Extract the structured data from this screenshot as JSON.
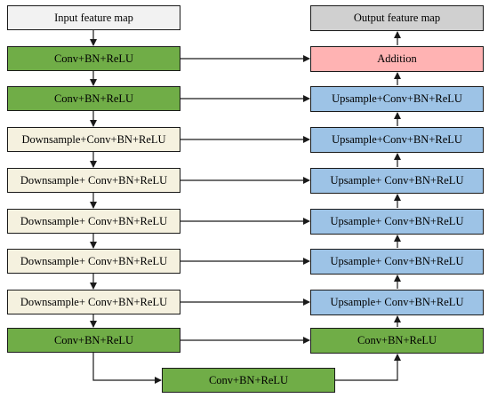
{
  "diagram": {
    "left_column": [
      {
        "id": "in",
        "label": "Input feature map"
      },
      {
        "id": "l1",
        "label": "Conv+BN+ReLU"
      },
      {
        "id": "l2",
        "label": "Conv+BN+ReLU"
      },
      {
        "id": "l3",
        "label": "Downsample+Conv+BN+ReLU"
      },
      {
        "id": "l4",
        "label": "Downsample+ Conv+BN+ReLU"
      },
      {
        "id": "l5",
        "label": "Downsample+ Conv+BN+ReLU"
      },
      {
        "id": "l6",
        "label": "Downsample+ Conv+BN+ReLU"
      },
      {
        "id": "l7",
        "label": "Downsample+ Conv+BN+ReLU"
      },
      {
        "id": "l8",
        "label": "Conv+BN+ReLU"
      }
    ],
    "bottom": {
      "id": "b",
      "label": "Conv+BN+ReLU"
    },
    "right_column": [
      {
        "id": "out",
        "label": "Output feature map"
      },
      {
        "id": "r1",
        "label": "Addition"
      },
      {
        "id": "r2",
        "label": "Upsample+Conv+BN+ReLU"
      },
      {
        "id": "r3",
        "label": "Upsample+Conv+BN+ReLU"
      },
      {
        "id": "r4",
        "label": "Upsample+ Conv+BN+ReLU"
      },
      {
        "id": "r5",
        "label": "Upsample+ Conv+BN+ReLU"
      },
      {
        "id": "r6",
        "label": "Upsample+ Conv+BN+ReLU"
      },
      {
        "id": "r7",
        "label": "Upsample+ Conv+BN+ReLU"
      },
      {
        "id": "r8",
        "label": "Conv+BN+ReLU"
      }
    ],
    "colors": {
      "input": "#f2f2f2",
      "output": "#d0d0d0",
      "conv": "#70ad47",
      "downsample": "#f5f1df",
      "upsample": "#9dc3e6",
      "addition": "#ffb3b3",
      "line": "#1a1a1a"
    }
  }
}
